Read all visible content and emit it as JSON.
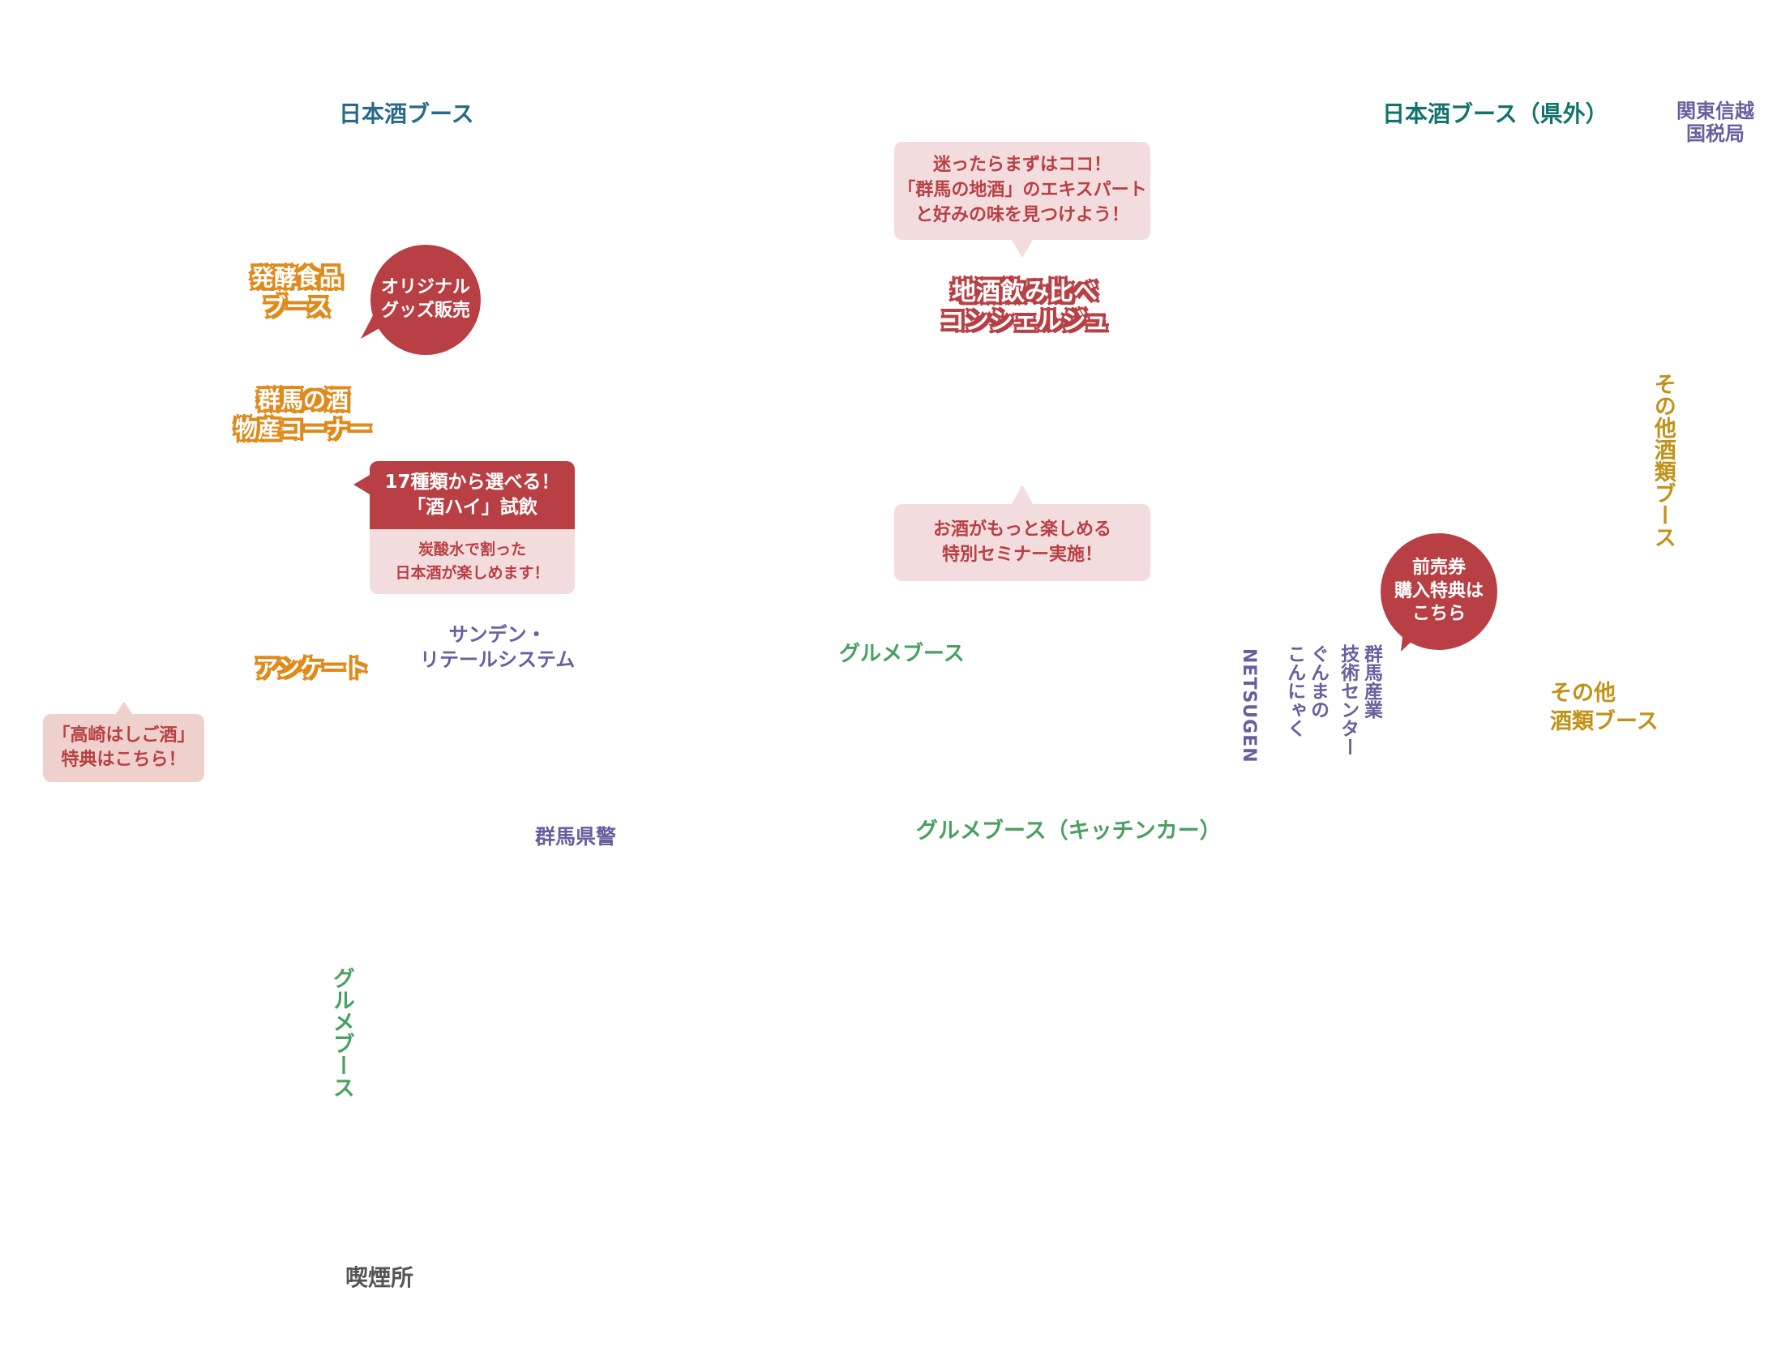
{
  "title": "Event floor map",
  "colors": {
    "sake_booth": "#2a6a86",
    "sake_booth_outside": "#12736a",
    "organization": "#67609e",
    "gourmet": "#4aa060",
    "other_liquor": "#c09218",
    "highlight_orange": "#e08a1c",
    "accent_red": "#b84045",
    "bubble_pink": "#f2dcdd",
    "smoking": "#555555"
  },
  "areas": {
    "sake_booth": "日本酒ブース",
    "sake_booth_outside": "日本酒ブース（県外）",
    "tax_bureau": [
      "関東信越",
      "国税局"
    ],
    "fermented_food": [
      "発酵食品",
      "ブース"
    ],
    "gunma_products": [
      "群馬の酒",
      "物産コーナー"
    ],
    "survey": "アンケート",
    "sanden": [
      "サンデン・",
      "リテールシステム"
    ],
    "gourmet_center": "グルメブース",
    "gourmet_kitchen_car": "グルメブース（キッチンカー）",
    "gourmet_left_vertical": "グルメブース",
    "police": "群馬県警",
    "smoking_area": "喫煙所",
    "netsugen": "NETSUGEN",
    "konnyaku": [
      "ぐんまの",
      "こんにゃく"
    ],
    "tech_center": [
      "群馬産業",
      "技術センター"
    ],
    "other_liquor_vertical": "その他酒類ブース",
    "other_liquor_horizontal": [
      "その他",
      "酒類ブース"
    ],
    "concierge": [
      "地酒飲み比べ",
      "コンシェルジュ"
    ]
  },
  "callouts": {
    "concierge_tip": [
      "迷ったらまずはココ！",
      "「群馬の地酒」のエキスパート",
      "と好みの味を見つけよう！"
    ],
    "seminar": [
      "お酒がもっと楽しめる",
      "特別セミナー実施！"
    ],
    "original_goods": [
      "オリジナル",
      "グッズ販売"
    ],
    "presale_bonus": [
      "前売券",
      "購入特典は",
      "こちら"
    ],
    "sakehai_title": [
      "17種類から選べる！",
      "「酒ハイ」試飲"
    ],
    "sakehai_desc": [
      "炭酸水で割った",
      "日本酒が楽しめます！"
    ],
    "hashigo_bonus": [
      "「高崎はしご酒」",
      "特典はこちら！"
    ]
  }
}
